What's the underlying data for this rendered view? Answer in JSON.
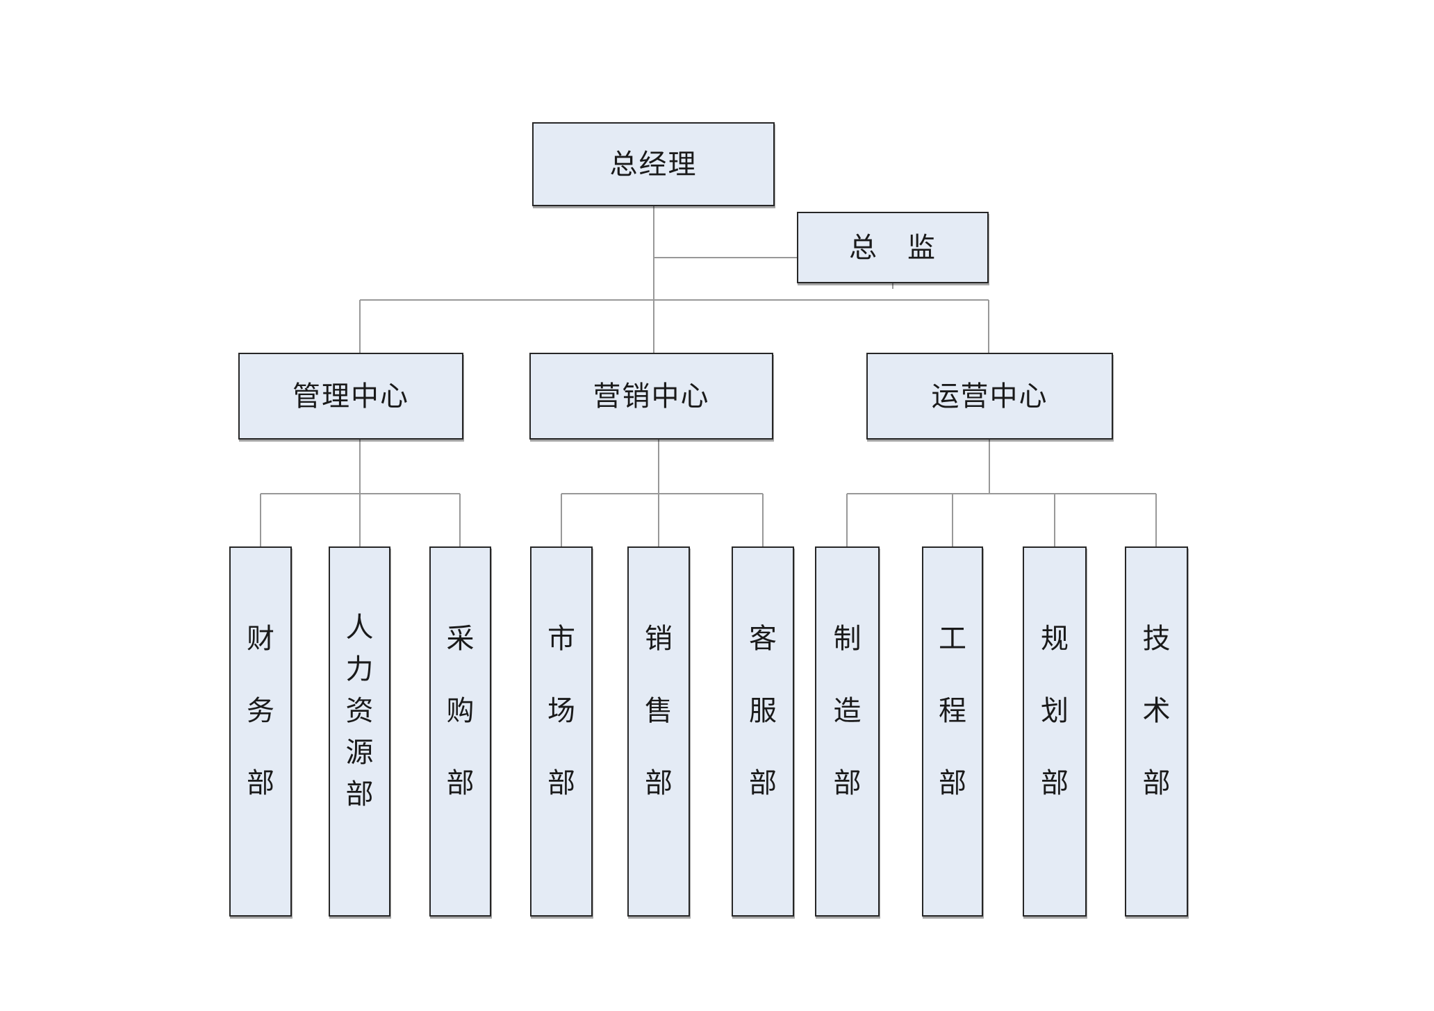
{
  "org_chart": {
    "root": {
      "label": "总经理"
    },
    "staff": {
      "label": "总　监"
    },
    "centers": [
      {
        "label": "管理中心",
        "departments": [
          {
            "label": "财务部"
          },
          {
            "label": "人力资源部"
          },
          {
            "label": "采购部"
          }
        ]
      },
      {
        "label": "营销中心",
        "departments": [
          {
            "label": "市场部"
          },
          {
            "label": "销售部"
          },
          {
            "label": "客服部"
          }
        ]
      },
      {
        "label": "运营中心",
        "departments": [
          {
            "label": "制造部"
          },
          {
            "label": "工程部"
          },
          {
            "label": "规划部"
          },
          {
            "label": "技术部"
          }
        ]
      }
    ],
    "style": {
      "box_fill": "#e4ebf5",
      "box_border": "#262626",
      "connector_color": "#989898",
      "text_color": "#1a1a1a",
      "background": "#ffffff"
    }
  }
}
